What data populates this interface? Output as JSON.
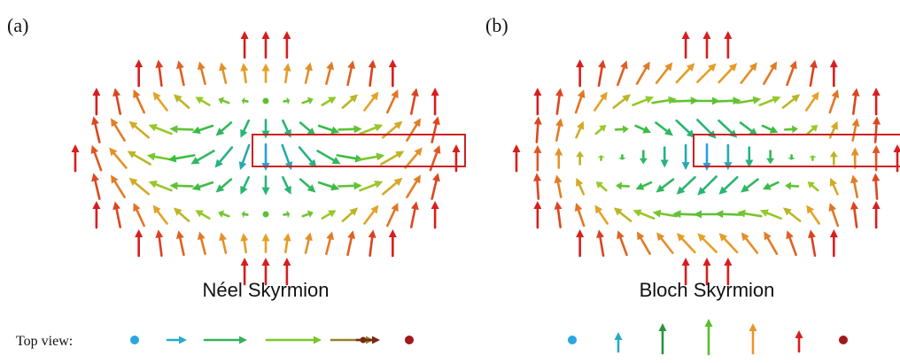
{
  "panels": [
    {
      "label": "(a)",
      "caption": "Néel Skyrmion",
      "type": "neel"
    },
    {
      "label": "(b)",
      "caption": "Bloch Skyrmion",
      "type": "bloch"
    }
  ],
  "legend": {
    "label": "Top view:",
    "neel_items": [
      "dot-cyan",
      "arrow-cyan",
      "arrow-green",
      "arrow-lime",
      "arrow-olive",
      "arrow-brown",
      "dot-darkred"
    ],
    "bloch_items": [
      "dot-cyan",
      "arrow-cyan-up",
      "arrow-green-up",
      "arrow-lime-up",
      "arrow-orange-up",
      "arrow-red-up",
      "dot-darkred"
    ]
  },
  "colors": {
    "highlight_box": "#cc2222",
    "core_down": "#2aa6e0",
    "mid": "#3cc43c",
    "edge_up": "#d62020"
  }
}
